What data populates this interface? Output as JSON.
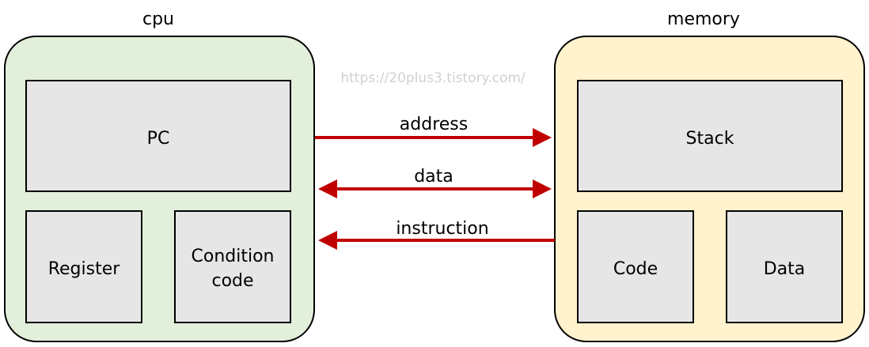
{
  "watermark": "https://20plus3.tistory.com/",
  "colors": {
    "cpu_fill": "#e2efda",
    "memory_fill": "#fff2cc",
    "box_fill": "#e6e6e6",
    "arrow": "#c00000"
  },
  "cpu": {
    "title": "cpu",
    "pc": "PC",
    "register": "Register",
    "condition_line1": "Condition",
    "condition_line2": "code"
  },
  "memory": {
    "title": "memory",
    "stack": "Stack",
    "code": "Code",
    "data": "Data"
  },
  "arrows": {
    "address": "address",
    "data": "data",
    "instruction": "instruction"
  }
}
